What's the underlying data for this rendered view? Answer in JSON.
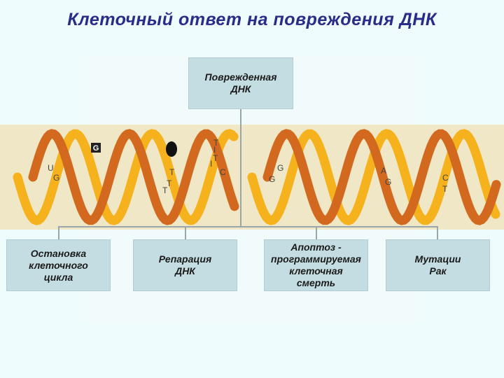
{
  "title": "Клеточный ответ на повреждения ДНК",
  "top_box": "Поврежденная\nДНК",
  "outcomes": [
    "Остановка\nклеточного\nцикла",
    "Репарация\nДНК",
    "Апоптоз -\nпрограммируемая\nклеточная\nсмерть",
    "Мутации\nРак"
  ],
  "dna_labels": {
    "lesion_base": "G",
    "helix1": [
      "U",
      "G",
      "T",
      "T",
      "T",
      "I"
    ],
    "helix2": [
      "T",
      "T",
      "I",
      "C",
      "G",
      "G"
    ],
    "helix3": [
      "A",
      "G",
      "C",
      "T"
    ]
  },
  "colors": {
    "strand_orange": "#d2691e",
    "strand_yellow": "#f6b21c",
    "band_background": "#efe7c6",
    "box_fill": "#c4dde2",
    "title": "#2b2b8a",
    "connector": "#9aa7aa"
  }
}
